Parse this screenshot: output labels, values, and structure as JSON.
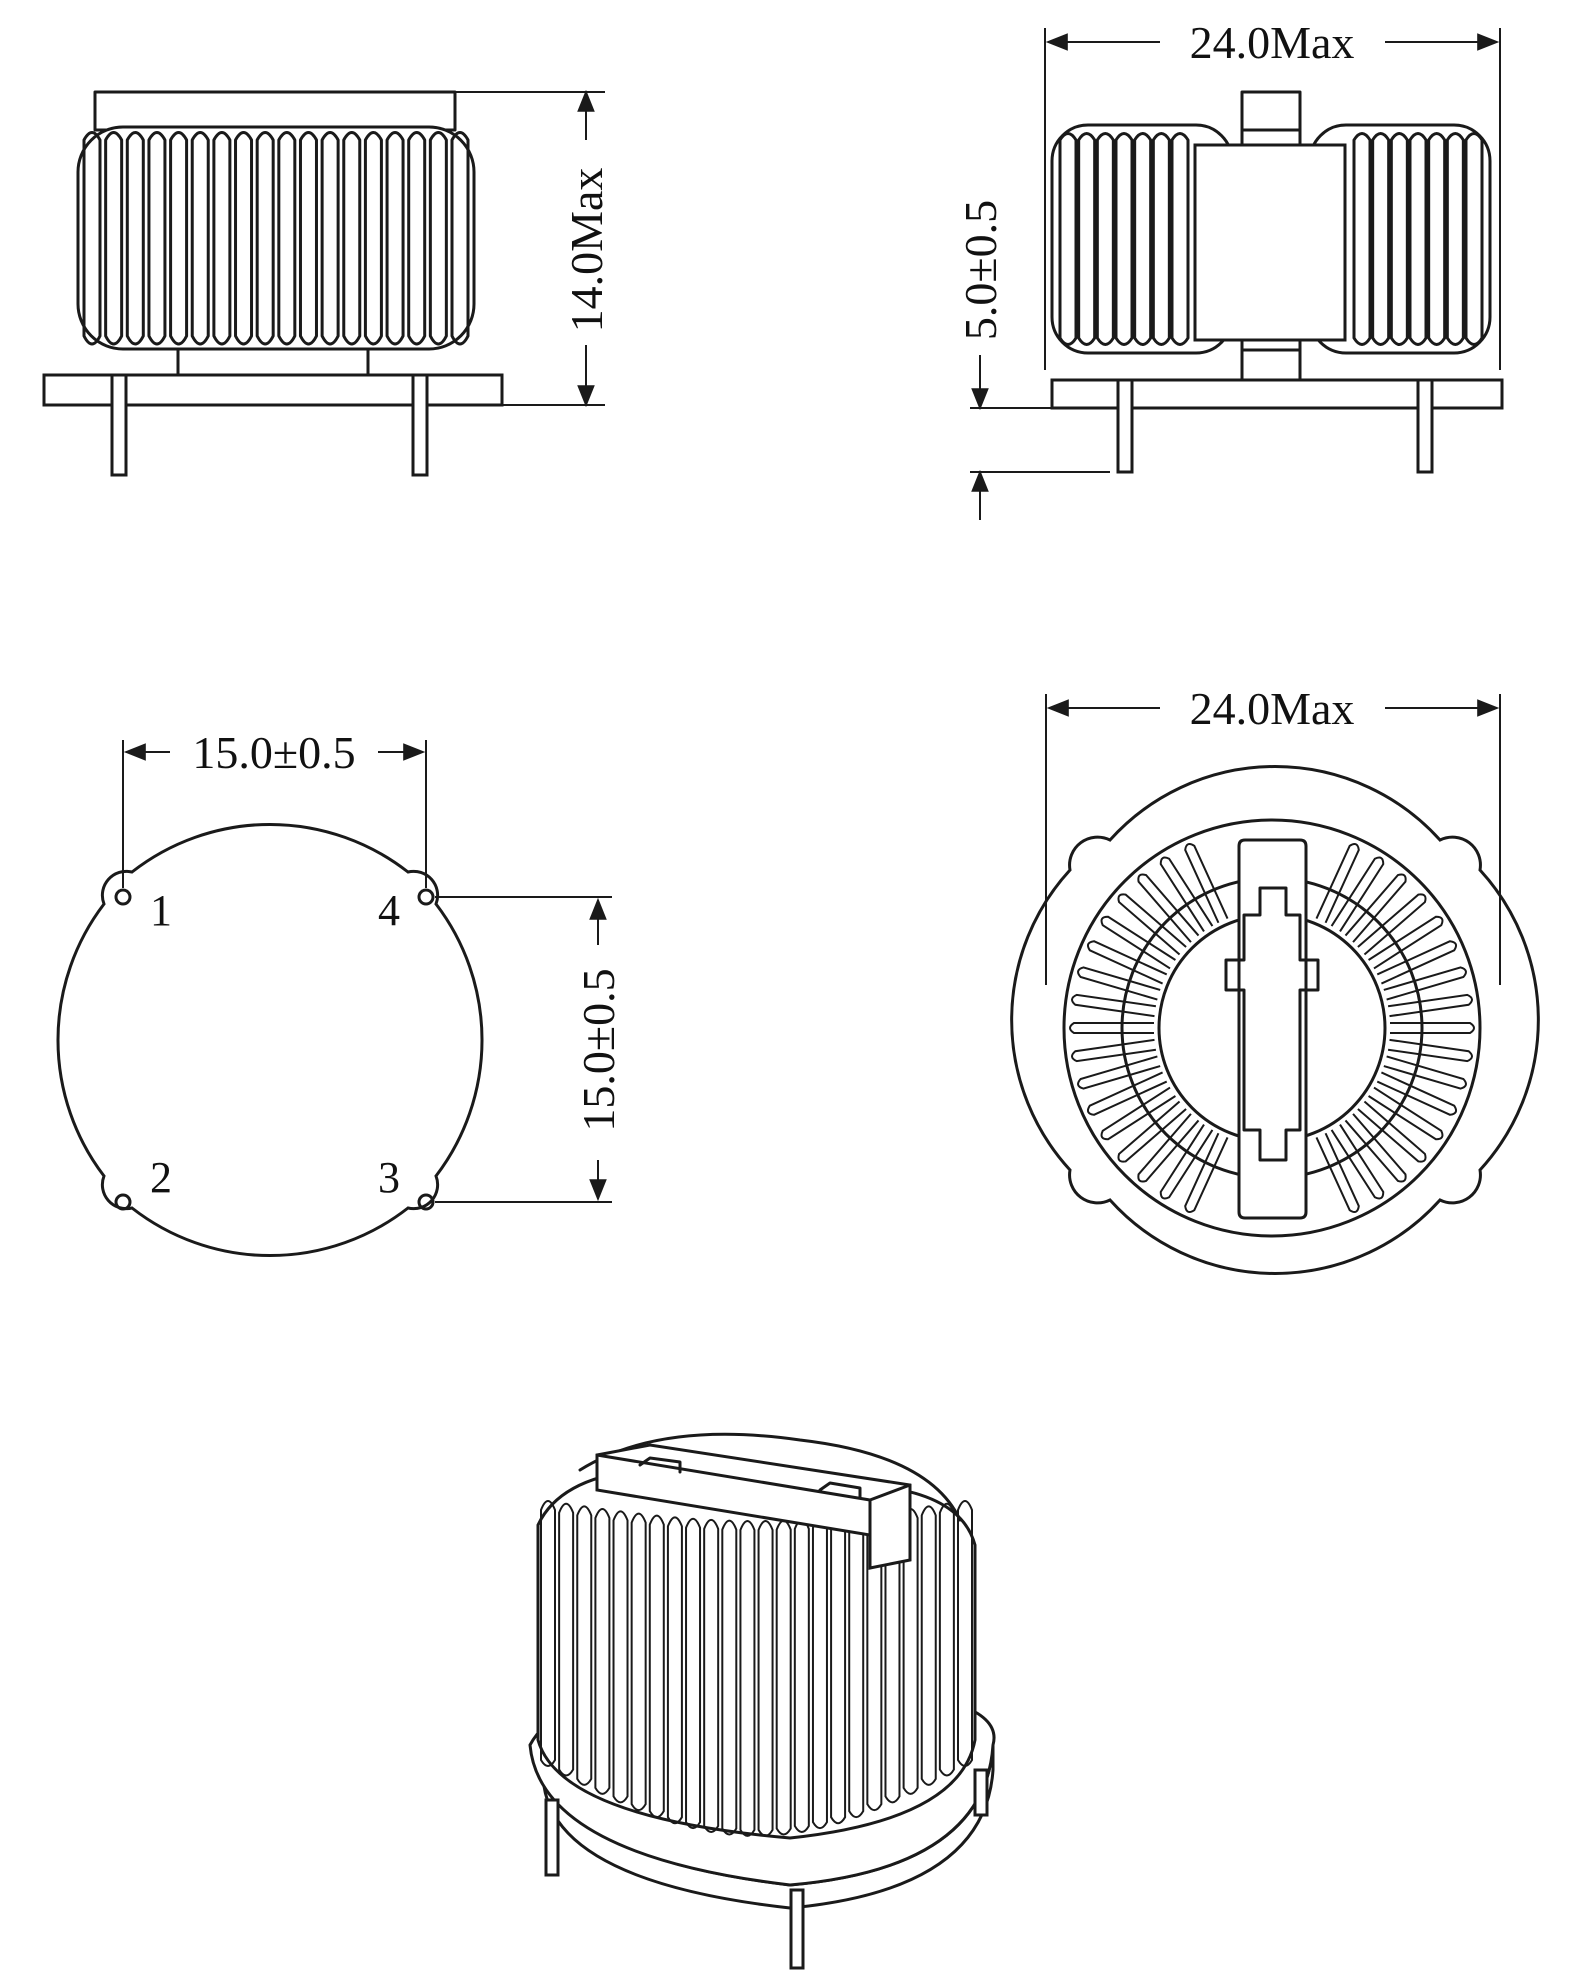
{
  "dimensions": {
    "height_front": "14.0Max",
    "width_side": "24.0Max",
    "pin_length": "5.0±0.5",
    "pin_spacing_horizontal": "15.0±0.5",
    "pin_spacing_vertical": "15.0±0.5",
    "width_top": "24.0Max"
  },
  "pins": {
    "pin1": "1",
    "pin2": "2",
    "pin3": "3",
    "pin4": "4"
  },
  "colors": {
    "line": "#1a1a1a",
    "background": "#ffffff"
  }
}
